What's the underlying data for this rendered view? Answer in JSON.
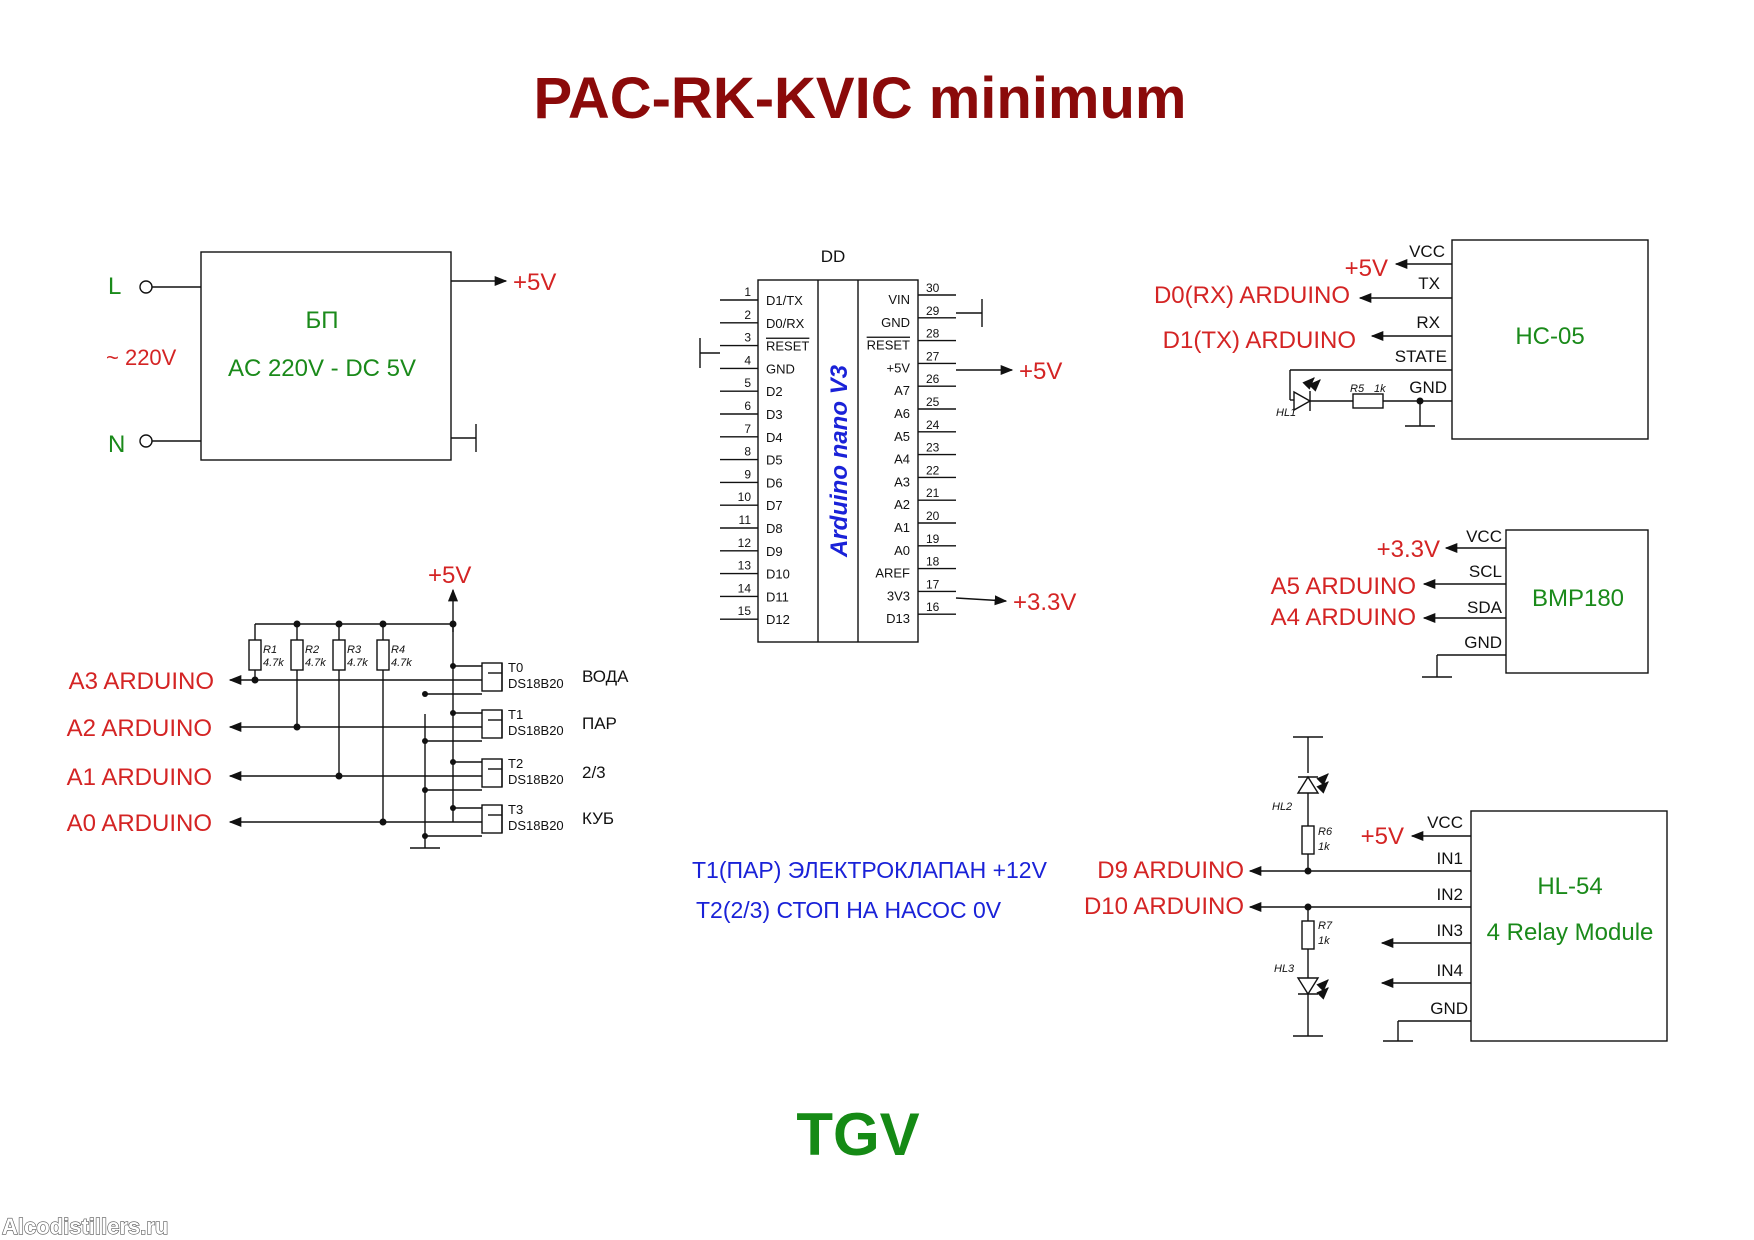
{
  "title": "PAC-RK-KVIC minimum",
  "footer": "TGV",
  "watermark": "Alcodistillers.ru",
  "colors": {
    "title": "#8b0a0a",
    "signal": "#d42424",
    "module": "#1a8a1a",
    "note": "#1a22d8"
  },
  "psu": {
    "line_l": "L",
    "line_n": "N",
    "voltage": "~ 220V",
    "name": "БП",
    "spec": "AC 220V - DC 5V",
    "output": "+5V"
  },
  "arduino": {
    "designator": "DD",
    "name": "Arduino nano V3",
    "left_pins": [
      {
        "num": "1",
        "name": "D1/TX"
      },
      {
        "num": "2",
        "name": "D0/RX"
      },
      {
        "num": "3",
        "name": "RESET"
      },
      {
        "num": "4",
        "name": "GND"
      },
      {
        "num": "5",
        "name": "D2"
      },
      {
        "num": "6",
        "name": "D3"
      },
      {
        "num": "7",
        "name": "D4"
      },
      {
        "num": "8",
        "name": "D5"
      },
      {
        "num": "9",
        "name": "D6"
      },
      {
        "num": "10",
        "name": "D7"
      },
      {
        "num": "11",
        "name": "D8"
      },
      {
        "num": "12",
        "name": "D9"
      },
      {
        "num": "13",
        "name": "D10"
      },
      {
        "num": "14",
        "name": "D11"
      },
      {
        "num": "15",
        "name": "D12"
      }
    ],
    "right_pins": [
      {
        "num": "30",
        "name": "VIN"
      },
      {
        "num": "29",
        "name": "GND"
      },
      {
        "num": "28",
        "name": "RESET"
      },
      {
        "num": "27",
        "name": "+5V"
      },
      {
        "num": "26",
        "name": "A7"
      },
      {
        "num": "25",
        "name": "A6"
      },
      {
        "num": "24",
        "name": "A5"
      },
      {
        "num": "23",
        "name": "A4"
      },
      {
        "num": "22",
        "name": "A3"
      },
      {
        "num": "21",
        "name": "A2"
      },
      {
        "num": "20",
        "name": "A1"
      },
      {
        "num": "19",
        "name": "A0"
      },
      {
        "num": "18",
        "name": "AREF"
      },
      {
        "num": "17",
        "name": "3V3"
      },
      {
        "num": "16",
        "name": "D13"
      }
    ],
    "out_5v": "+5V",
    "out_33v": "+3.3V"
  },
  "hc05": {
    "name": "HC-05",
    "pins": [
      "VCC",
      "TX",
      "RX",
      "STATE",
      "GND"
    ],
    "vcc_label": "+5V",
    "tx_label": "D0(RX) ARDUINO",
    "rx_label": "D1(TX) ARDUINO",
    "led": "HL1",
    "resistor": "R5",
    "resistor_value": "1k"
  },
  "bmp180": {
    "name": "BMP180",
    "pins": [
      "VCC",
      "SCL",
      "SDA",
      "GND"
    ],
    "vcc_label": "+3.3V",
    "scl_label": "A5 ARDUINO",
    "sda_label": "A4 ARDUINO"
  },
  "relay": {
    "name": "HL-54",
    "subtitle": "4 Relay Module",
    "pins": [
      "VCC",
      "IN1",
      "IN2",
      "IN3",
      "IN4",
      "GND"
    ],
    "vcc_label": "+5V",
    "in1_label": "D9 ARDUINO",
    "in2_label": "D10 ARDUINO",
    "note1": "T1(ПАР) ЭЛЕКТРОКЛАПАН +12V",
    "note2": "T2(2/3) СТОП НА НАСОС 0V",
    "led_top": "HL2",
    "r_top": "R6",
    "r_top_value": "1k",
    "r_bot": "R7",
    "r_bot_value": "1k",
    "led_bot": "HL3"
  },
  "sensors": {
    "supply": "+5V",
    "resistors": [
      {
        "ref": "R1",
        "value": "4.7k"
      },
      {
        "ref": "R2",
        "value": "4.7k"
      },
      {
        "ref": "R3",
        "value": "4.7k"
      },
      {
        "ref": "R4",
        "value": "4.7k"
      }
    ],
    "items": [
      {
        "ref": "T0",
        "part": "DS18B20",
        "location": "ВОДА",
        "signal": "A3 ARDUINO"
      },
      {
        "ref": "T1",
        "part": "DS18B20",
        "location": "ПАР",
        "signal": "A2 ARDUINO"
      },
      {
        "ref": "T2",
        "part": "DS18B20",
        "location": "2/3",
        "signal": "A1 ARDUINO"
      },
      {
        "ref": "T3",
        "part": "DS18B20",
        "location": "КУБ",
        "signal": "A0 ARDUINO"
      }
    ]
  }
}
